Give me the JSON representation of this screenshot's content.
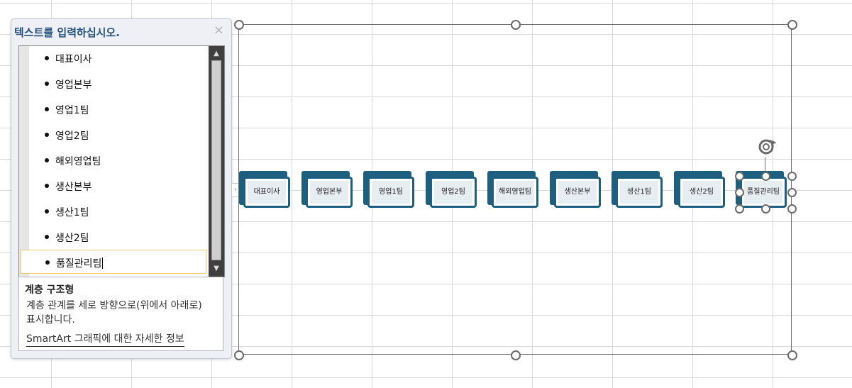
{
  "text_pane": {
    "title": "텍스트를 입력하십시오.",
    "close_glyph": "×",
    "items": [
      {
        "label": "대표이사"
      },
      {
        "label": "영업본부"
      },
      {
        "label": "영업1팀"
      },
      {
        "label": "영업2팀"
      },
      {
        "label": "해외영업팀"
      },
      {
        "label": "생산본부"
      },
      {
        "label": "생산1팀"
      },
      {
        "label": "생산2팀"
      },
      {
        "label": "품질관리팀"
      }
    ],
    "selected_index": 8,
    "description": {
      "title": "계층 구조형",
      "text": "계층 관계를 세로 방향으로(위에서 아래로) 표시합니다.",
      "link": "SmartArt 그래픽에 대한 자세한 정보"
    }
  },
  "smartart": {
    "nodes": [
      "대표이사",
      "영업본부",
      "영업1팀",
      "영업2팀",
      "해외영업팀",
      "생산본부",
      "생산1팀",
      "생산2팀",
      "품질관리팀"
    ],
    "selected_node": "품질관리팀",
    "colors": {
      "node_fill": "#1e5f80",
      "node_inner": "#e7eef2"
    },
    "icons": {
      "rotate": "rotate-icon"
    }
  }
}
